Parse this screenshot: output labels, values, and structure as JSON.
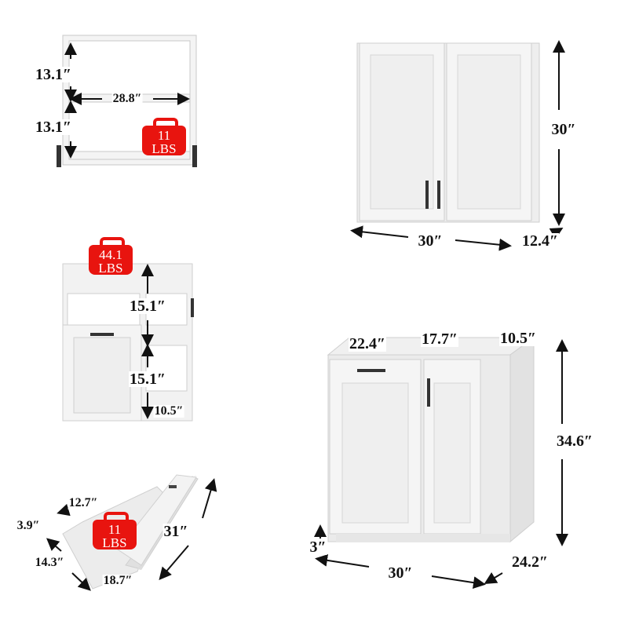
{
  "wall_cabinet_interior": {
    "shelf_height_top": "13.1″",
    "shelf_width": "28.8″",
    "shelf_height_bottom": "13.1″",
    "weight_value": "11",
    "weight_unit": "LBS"
  },
  "wall_cabinet": {
    "height": "30″",
    "width": "30″",
    "depth": "12.4″"
  },
  "base_cabinet_interior": {
    "weight_value": "44.1",
    "weight_unit": "LBS",
    "upper_opening": "15.1″",
    "lower_opening": "15.1″",
    "shelf_depth": "10.5″"
  },
  "base_cabinet": {
    "hamper_depth": "22.4″",
    "hamper_width": "17.7″",
    "side_width": "10.5″",
    "height": "34.6″",
    "toe_kick": "3″",
    "width": "30″",
    "depth": "24.2″"
  },
  "hamper_door": {
    "top_width": "12.7″",
    "bin_depth": "3.9″",
    "weight_value": "11",
    "weight_unit": "LBS",
    "door_height": "31″",
    "side": "14.3″",
    "bottom_width": "18.7″"
  },
  "colors": {
    "cabinet": "#f1f1f1",
    "outline": "#c8c8c8",
    "badge": "#e8140f",
    "handle": "#333333"
  }
}
